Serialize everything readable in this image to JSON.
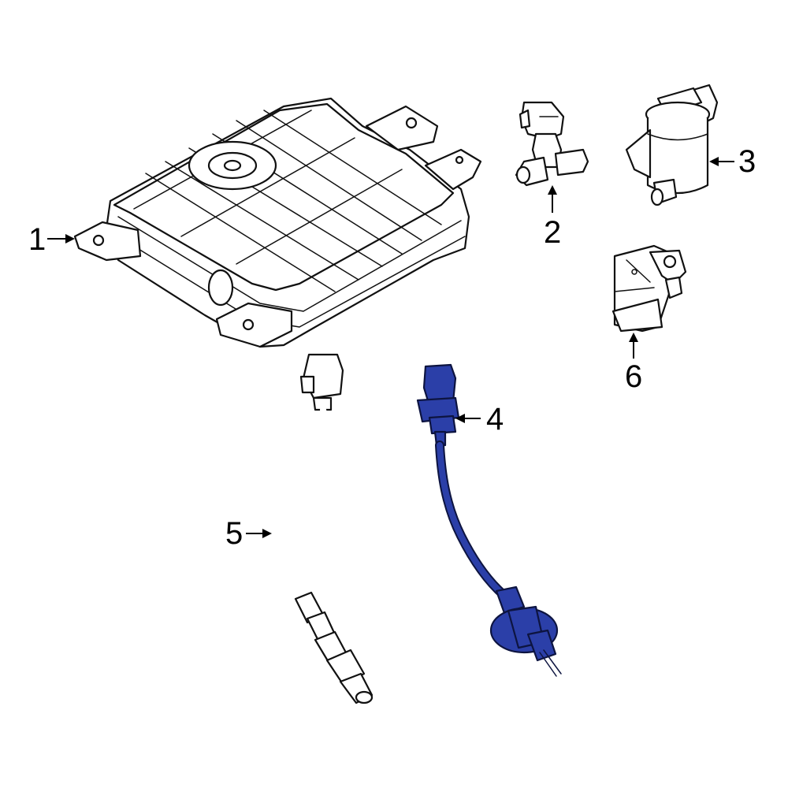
{
  "diagram": {
    "highlight_color": "#2b3fa8",
    "line_color": "#111111",
    "background": "#ffffff",
    "callouts": [
      {
        "id": "1",
        "label": "1"
      },
      {
        "id": "2",
        "label": "2"
      },
      {
        "id": "3",
        "label": "3"
      },
      {
        "id": "4",
        "label": "4"
      },
      {
        "id": "5",
        "label": "5"
      },
      {
        "id": "6",
        "label": "6"
      }
    ],
    "highlighted_part": "4"
  }
}
